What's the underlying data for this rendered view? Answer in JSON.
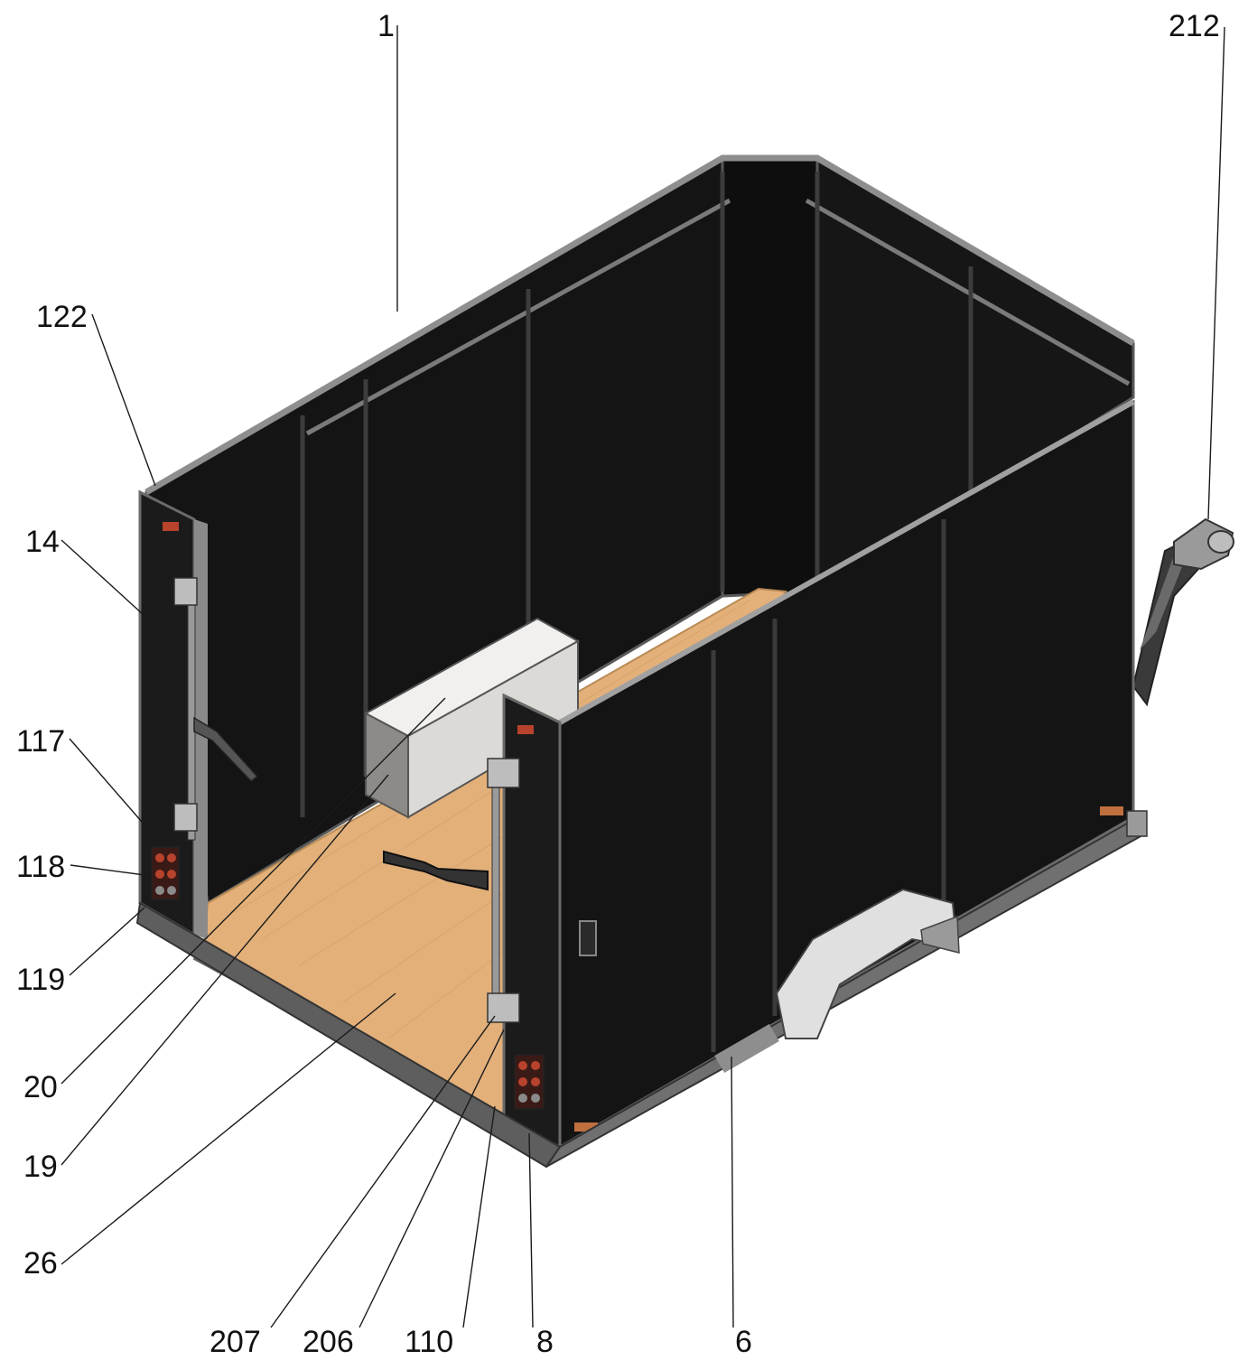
{
  "callouts": [
    {
      "id": "1",
      "text": "1"
    },
    {
      "id": "212",
      "text": "212"
    },
    {
      "id": "122",
      "text": "122"
    },
    {
      "id": "14",
      "text": "14"
    },
    {
      "id": "117",
      "text": "117"
    },
    {
      "id": "118",
      "text": "118"
    },
    {
      "id": "119",
      "text": "119"
    },
    {
      "id": "20",
      "text": "20"
    },
    {
      "id": "19",
      "text": "19"
    },
    {
      "id": "26",
      "text": "26"
    },
    {
      "id": "207",
      "text": "207"
    },
    {
      "id": "206",
      "text": "206"
    },
    {
      "id": "110",
      "text": "110"
    },
    {
      "id": "8",
      "text": "8"
    },
    {
      "id": "6",
      "text": "6"
    }
  ],
  "colors": {
    "panel": "#141414",
    "panel_edge": "#5a5a5a",
    "frame_rail": "#8e8e8e",
    "floor": "#e3b07a",
    "floor_shade": "#c8945e",
    "box_light": "#dcdad6",
    "box_dark": "#8d8b88",
    "lamp_red": "#b8432c",
    "reflector": "#c0703e",
    "chrome": "#c9c9c9"
  }
}
